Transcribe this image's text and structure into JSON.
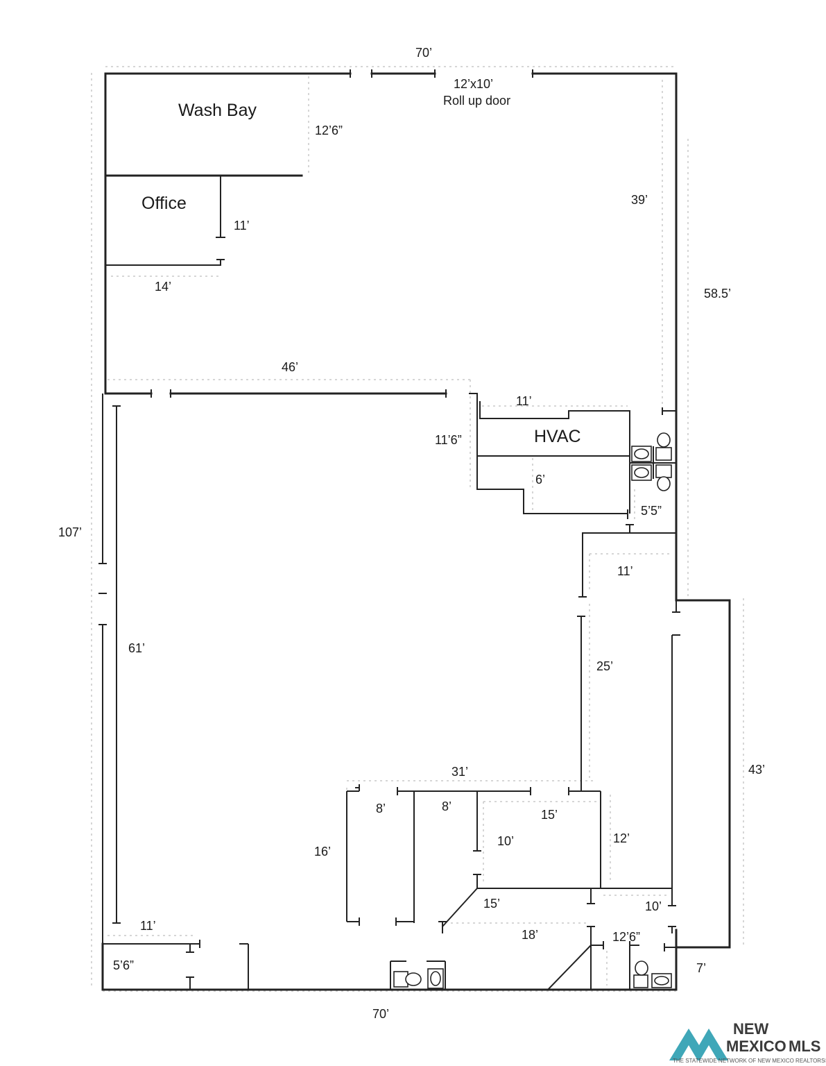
{
  "rooms": {
    "wash_bay": "Wash Bay",
    "office": "Office",
    "hvac": "HVAC"
  },
  "door": {
    "size": "12’x10’",
    "type": "Roll up door"
  },
  "dimensions": {
    "top_width": "70’",
    "bottom_width": "70’",
    "total_depth": "107’",
    "right_upper": "58.5’",
    "right_lower": "43’",
    "wash_bay_depth": "12’6”",
    "shop_depth": "39’",
    "office_depth": "11’",
    "office_width": "14’",
    "mid_wall": "46’",
    "hvac_width": "11’",
    "hvac_depth": "11’6”",
    "hvac_inner": "6’",
    "restroom_upper": "5’5”",
    "corridor_width": "11’",
    "corridor_length": "25’",
    "left_room": "61’",
    "rooms_width": "31’",
    "room_a": "8’",
    "room_b": "8’",
    "room_c": "15’",
    "room_b_depth": "10’",
    "room_c_depth": "12’",
    "rooms_depth": "16’",
    "angled_wall": "15’",
    "room_d": "10’",
    "lobby": "18’",
    "restroom_lower": "12’6”",
    "bump_out": "7’",
    "bottom_left_width": "11’",
    "bottom_left_depth": "5’6”"
  },
  "logo": {
    "line1": "NEW",
    "line2": "MEXICO",
    "line3": "MLS",
    "tagline": "THE STATEWIDE NETWORK OF NEW MEXICO REALTORS®",
    "color": "#3fa7b8"
  }
}
